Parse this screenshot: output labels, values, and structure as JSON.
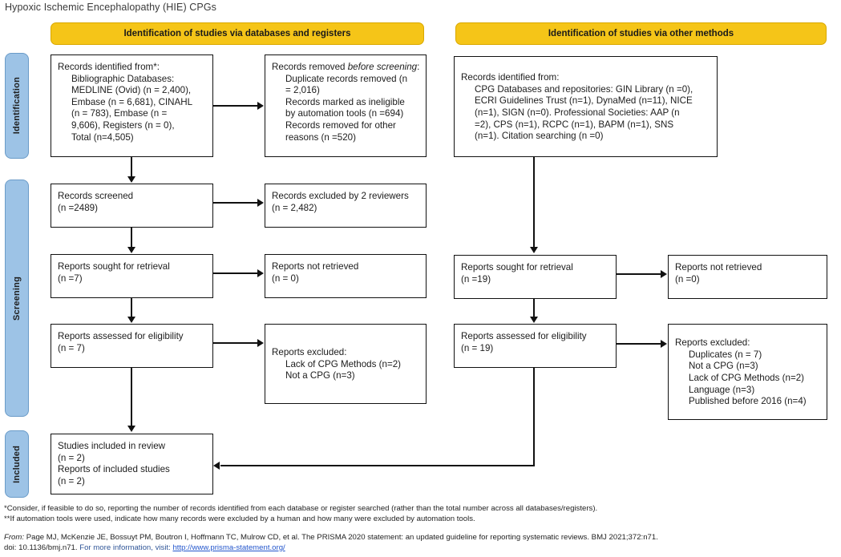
{
  "title": "Hypoxic Ischemic Encephalopathy (HIE) CPGs",
  "colors": {
    "header_yellow": "#F5C518",
    "stage_blue": "#9DC3E6",
    "box_border": "#111111",
    "link_blue": "#2255cc"
  },
  "headers": {
    "left": "Identification of studies via databases and registers",
    "right": "Identification of studies via other methods"
  },
  "stages": {
    "identification": "Identification",
    "screening": "Screening",
    "included": "Included"
  },
  "boxes": {
    "identified": {
      "title": "Records identified from*:",
      "lines": [
        "Bibliographic Databases:",
        "MEDLINE (Ovid) (n = 2,400),",
        "Embase (n = 6,681), CINAHL",
        "(n = 783), Embase (n =",
        "9,606), Registers (n = 0),",
        "Total (n=4,505)"
      ]
    },
    "removed": {
      "title_a": "Records removed ",
      "title_b": "before",
      "title_c": "screening",
      "title_d": ":",
      "lines": [
        "Duplicate records removed (n",
        "= 2,016)",
        "Records marked as ineligible",
        "by automation tools (n =694)",
        "Records removed for other",
        "reasons (n =520)"
      ]
    },
    "screened": {
      "line1": "Records screened",
      "line2": "(n =2489)"
    },
    "excluded": {
      "line1": "Records excluded by 2 reviewers",
      "line2": "(n = 2,482)"
    },
    "sought_left": {
      "line1": "Reports sought for retrieval",
      "line2": "(n =7)"
    },
    "not_retrieved_left": {
      "line1": "Reports not retrieved",
      "line2": "(n = 0)"
    },
    "assessed_left": {
      "line1": "Reports assessed for eligibility",
      "line2": "(n = 7)"
    },
    "reports_excluded_left": {
      "title": "Reports excluded:",
      "lines": [
        "Lack of CPG Methods (n=2)",
        "Not a CPG (n=3)"
      ]
    },
    "included": {
      "line1": "Studies included in review",
      "line2": "(n = 2)",
      "line3": "Reports of included studies",
      "line4": "(n = 2)"
    },
    "identified_right": {
      "title": "Records identified from:",
      "lines": [
        "CPG Databases and repositories: GIN Library (n =0),",
        "ECRI Guidelines Trust (n=1), DynaMed (n=11), NICE",
        "(n=1), SIGN (n=0). Professional Societies: AAP (n",
        "=2), CPS (n=1), RCPC (n=1), BAPM (n=1), SNS",
        "(n=1). Citation searching (n =0)"
      ]
    },
    "sought_right": {
      "line1": "Reports sought for retrieval",
      "line2": "(n =19)"
    },
    "not_retrieved_right": {
      "line1": "Reports not retrieved",
      "line2": "(n =0)"
    },
    "assessed_right": {
      "line1": "Reports assessed for eligibility",
      "line2": "(n = 19)"
    },
    "reports_excluded_right": {
      "title": "Reports excluded:",
      "lines": [
        "Duplicates (n = 7)",
        "Not a CPG (n=3)",
        "Lack of CPG Methods (n=2)",
        "Language (n=3)",
        "Published before 2016 (n=4)"
      ]
    }
  },
  "footnotes": {
    "line1": "*Consider, if feasible to do so, reporting the number of records identified from each database or register searched (rather than the total number across all databases/registers).",
    "line2": "**If automation tools were used, indicate how many records were excluded by a human and how many were excluded by automation tools.",
    "from_label": "From:",
    "citation": "Page MJ, McKenzie JE, Bossuyt PM, Boutron I, Hoffmann TC, Mulrow CD, et al. The PRISMA 2020 statement: an updated guideline for reporting systematic reviews. BMJ 2021;372:n71.",
    "doi": "doi: 10.1136/bmj.n71.",
    "more_info": "For more information, visit:",
    "url": "http://www.prisma-statement.org/"
  }
}
